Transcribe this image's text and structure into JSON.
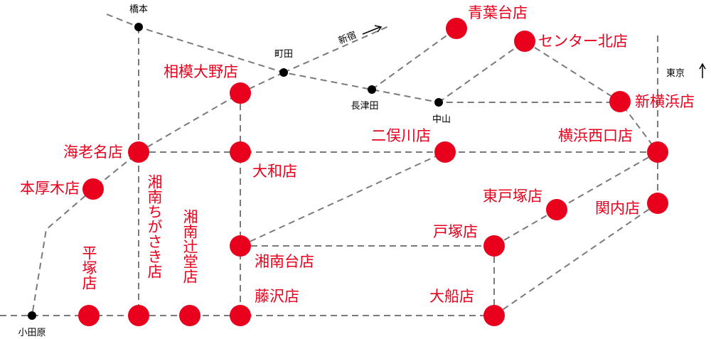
{
  "colors": {
    "store": "#e8001c",
    "station": "#000000",
    "line": "#7a7a7a"
  },
  "stores": [
    {
      "id": "aobadai",
      "name": "青葉台店"
    },
    {
      "id": "center-kita",
      "name": "センター北店"
    },
    {
      "id": "sagami-ono",
      "name": "相模大野店"
    },
    {
      "id": "shin-yokohama",
      "name": "新横浜店"
    },
    {
      "id": "ebina",
      "name": "海老名店"
    },
    {
      "id": "yamato",
      "name": "大和店"
    },
    {
      "id": "futamatagawa",
      "name": "二俣川店"
    },
    {
      "id": "yokohama-nishiguchi",
      "name": "横浜西口店"
    },
    {
      "id": "hon-atsugi",
      "name": "本厚木店"
    },
    {
      "id": "shonan-chigasaki",
      "name": "湘南ちがさき店"
    },
    {
      "id": "shonan-tsujido",
      "name": "湘南辻堂店"
    },
    {
      "id": "hiratsuka",
      "name": "平塚店"
    },
    {
      "id": "higashi-totsuka",
      "name": "東戸塚店"
    },
    {
      "id": "kannai",
      "name": "関内店"
    },
    {
      "id": "totsuka",
      "name": "戸塚店"
    },
    {
      "id": "shonandai",
      "name": "湘南台店"
    },
    {
      "id": "fujisawa",
      "name": "藤沢店"
    },
    {
      "id": "ofuna",
      "name": "大船店"
    }
  ],
  "stations": [
    {
      "id": "hashimoto",
      "name": "橋本"
    },
    {
      "id": "machida",
      "name": "町田"
    },
    {
      "id": "nagatsuta",
      "name": "長津田"
    },
    {
      "id": "nakayama",
      "name": "中山"
    },
    {
      "id": "odawara",
      "name": "小田原"
    }
  ],
  "directions": [
    {
      "id": "shinjuku",
      "name": "新宿"
    },
    {
      "id": "tokyo",
      "name": "東京"
    }
  ]
}
